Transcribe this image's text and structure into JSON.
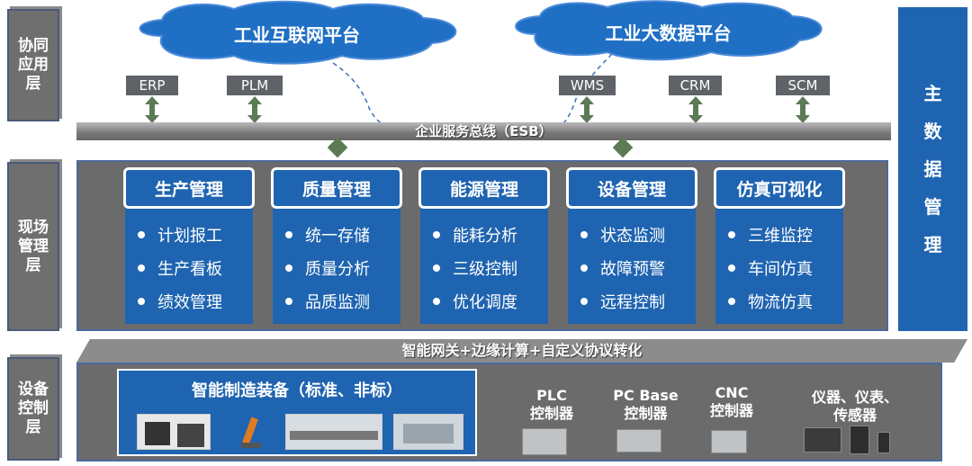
{
  "layers": {
    "app": "协同应用层",
    "field": "现场管理层",
    "device": "设备控制层"
  },
  "clouds": [
    "工业互联网平台",
    "工业大数据平台"
  ],
  "apps": [
    "ERP",
    "PLM",
    "WMS",
    "CRM",
    "SCM"
  ],
  "esb": "企业服务总线（ESB）",
  "modules": [
    {
      "title": "生产管理",
      "items": [
        "计划报工",
        "生产看板",
        "绩效管理"
      ]
    },
    {
      "title": "质量管理",
      "items": [
        "统一存储",
        "质量分析",
        "品质监测"
      ]
    },
    {
      "title": "能源管理",
      "items": [
        "能耗分析",
        "三级控制",
        "优化调度"
      ]
    },
    {
      "title": "设备管理",
      "items": [
        "状态监测",
        "故障预警",
        "远程控制"
      ]
    },
    {
      "title": "仿真可视化",
      "items": [
        "三维监控",
        "车间仿真",
        "物流仿真"
      ]
    }
  ],
  "master": [
    "主",
    "数",
    "据",
    "管",
    "理"
  ],
  "gateway": "智能网关+边缘计算+自定义协议转化",
  "smart_equipment": "智能制造装备（标准、非标）",
  "controllers": [
    {
      "l1": "PLC",
      "l2": "控制器"
    },
    {
      "l1": "PC Base",
      "l2": "控制器"
    },
    {
      "l1": "CNC",
      "l2": "控制器"
    },
    {
      "l1": "仪器、仪表、",
      "l2": "传感器"
    }
  ],
  "colors": {
    "blue": "#1f64b0",
    "gray": "#6b6b6b",
    "arrow": "#5c7a55"
  }
}
